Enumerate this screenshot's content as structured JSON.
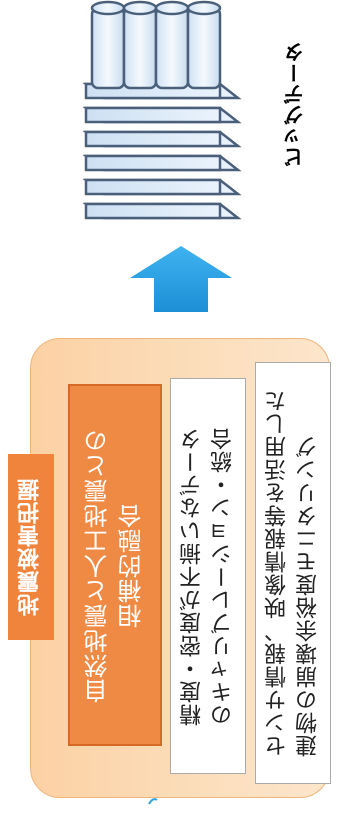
{
  "panel": {
    "title": "地震被害把握",
    "main_box": {
      "lines": [
        "自然地震と人工地震との",
        "相補的融合"
      ]
    },
    "box1": {
      "lines": [
        "精度・密度が不揃いなデータ",
        "のキャリブレーション・統合"
      ]
    },
    "box2": {
      "lines": [
        "センサ情報、映像情報等を活用した",
        "建物の崩壊余裕度モニタリング"
      ]
    }
  },
  "arrow": {
    "direction": "up",
    "color": "#29a3e3"
  },
  "bigdata": {
    "label": "ビッグデータ",
    "icon": "database-stack-icon"
  },
  "colors": {
    "panel_fill": "#fcd1a4",
    "orange": "#ef8a45",
    "arrow_blue": "#29a3e3",
    "db_blue": "#dbe9f7"
  }
}
